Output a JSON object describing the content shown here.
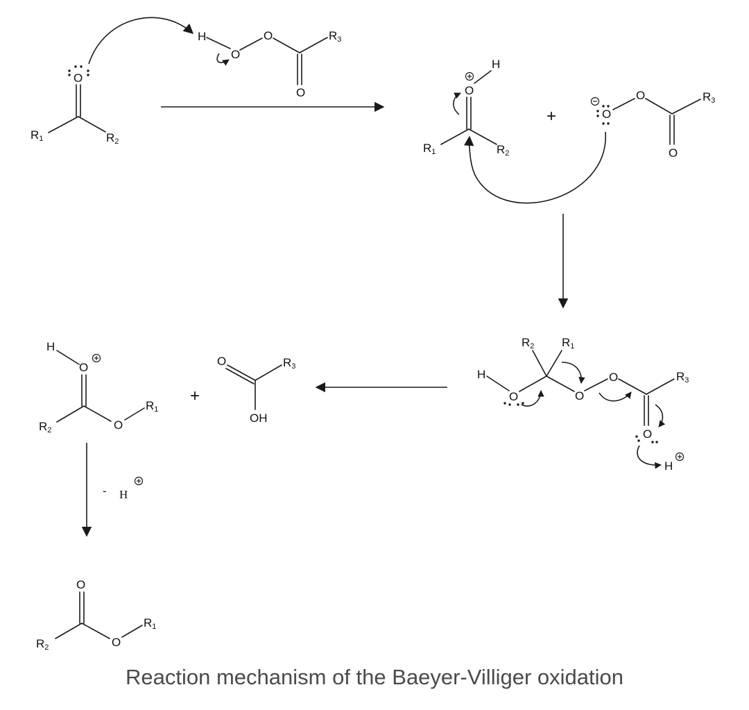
{
  "caption": "Reaction mechanism of the Baeyer-Villiger oxidation",
  "atoms": {
    "O": "O",
    "H": "H",
    "OH": "OH",
    "R1": "R",
    "R2": "R",
    "R3": "R",
    "plus_sign": "+",
    "minus_sign": "-"
  },
  "subscripts": {
    "one": "1",
    "two": "2",
    "three": "3"
  },
  "step_label": {
    "minus": "-",
    "proton": "H"
  },
  "charge_icons": {
    "positive": "circled-plus-icon",
    "negative": "circled-minus-icon"
  },
  "colors": {
    "ink": "#1a1a1a",
    "caption": "#4a4a4a",
    "background": "#ffffff"
  }
}
